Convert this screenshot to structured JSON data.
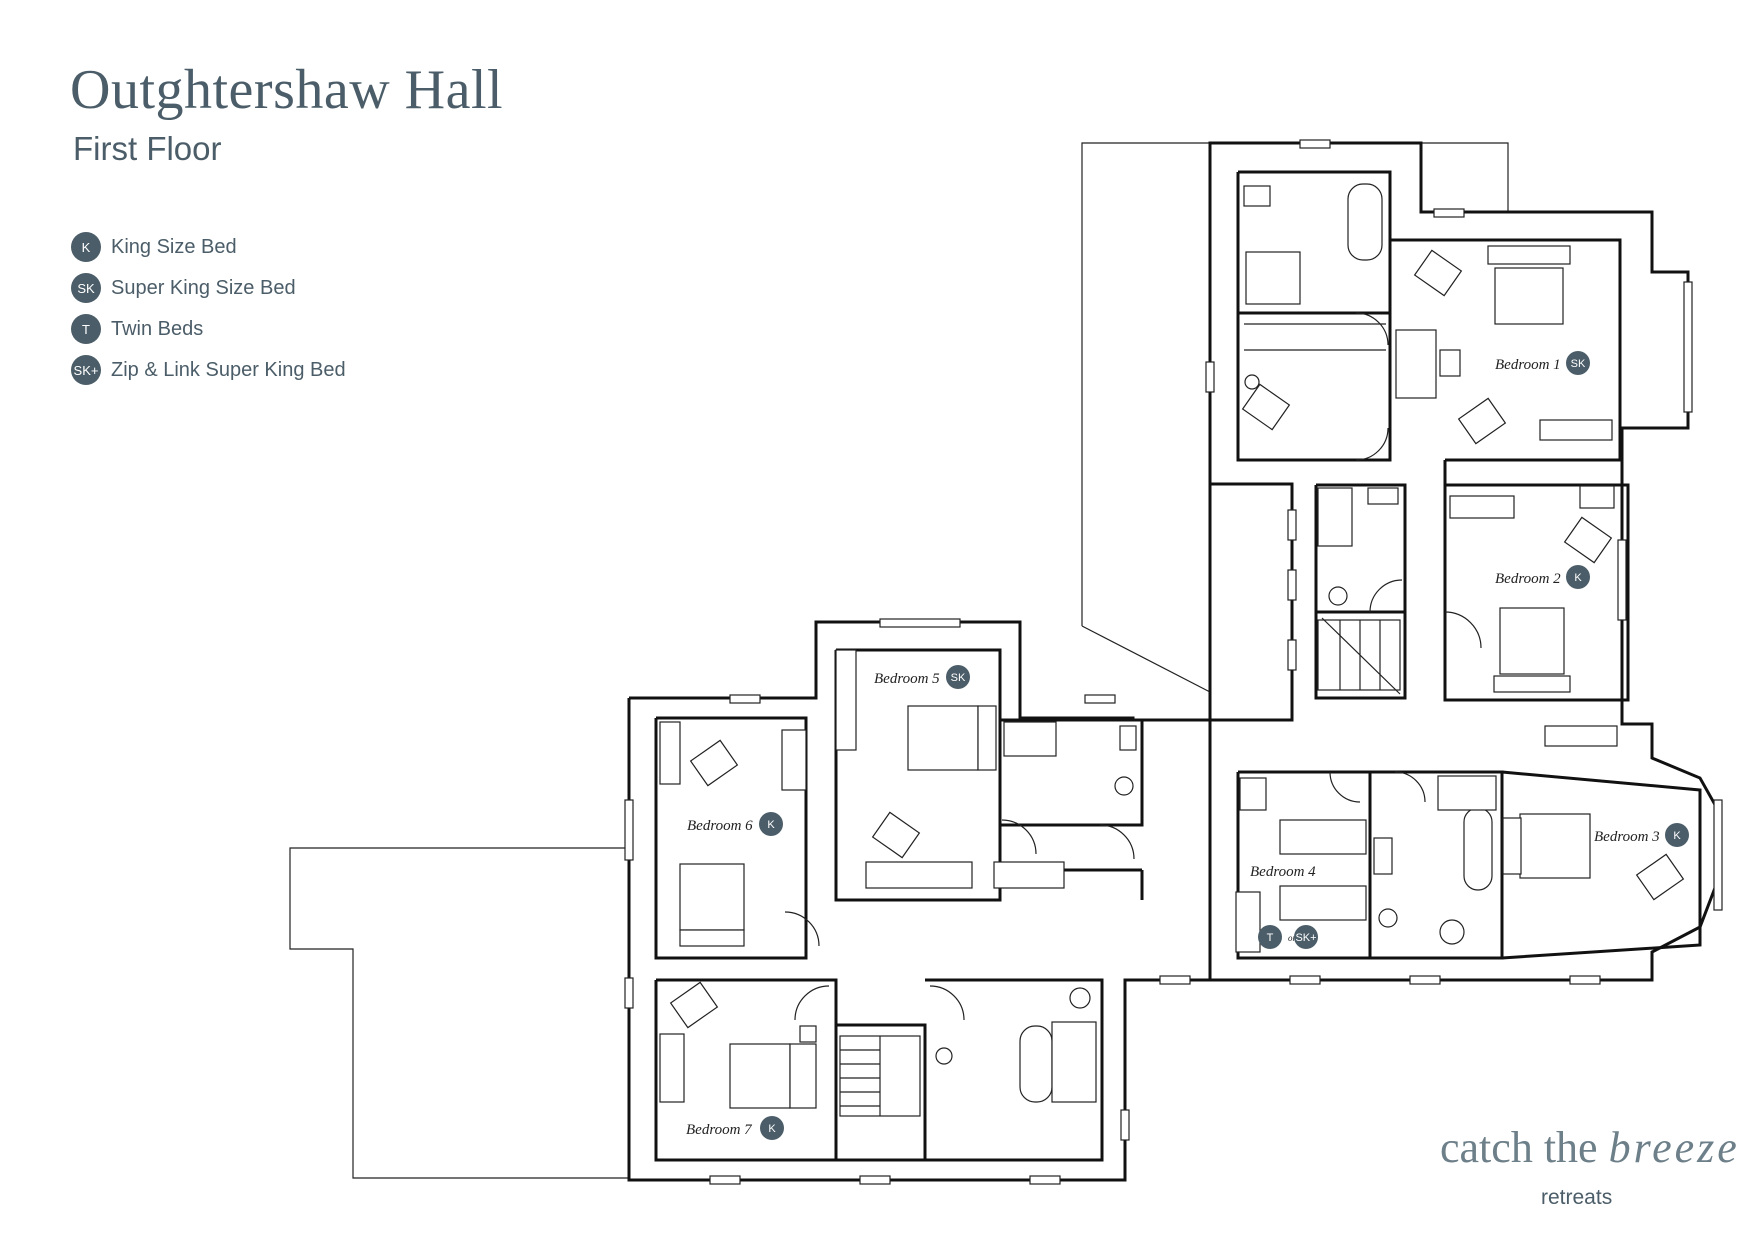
{
  "header": {
    "title": "Outghtershaw Hall",
    "subtitle": "First Floor"
  },
  "legend": {
    "items": [
      {
        "code": "K",
        "label": "King Size Bed"
      },
      {
        "code": "SK",
        "label": "Super King Size Bed"
      },
      {
        "code": "T",
        "label": "Twin Beds"
      },
      {
        "code": "SK+",
        "label": "Zip & Link Super King Bed"
      }
    ]
  },
  "rooms": {
    "bedroom1": {
      "label": "Bedroom 1",
      "bed": "SK"
    },
    "bedroom2": {
      "label": "Bedroom 2",
      "bed": "K"
    },
    "bedroom3": {
      "label": "Bedroom 3",
      "bed": "K"
    },
    "bedroom4": {
      "label": "Bedroom 4",
      "bed": "T",
      "or": "or",
      "alt_bed": "SK+"
    },
    "bedroom5": {
      "label": "Bedroom 5",
      "bed": "SK"
    },
    "bedroom6": {
      "label": "Bedroom 6",
      "bed": "K"
    },
    "bedroom7": {
      "label": "Bedroom 7",
      "bed": "K"
    }
  },
  "brand": {
    "line1_a": "catch the ",
    "line1_b": "breeze",
    "line2": "retreats"
  },
  "colors": {
    "accent": "#4b5d68",
    "brand": "#6d7f89",
    "wall": "#111111"
  }
}
